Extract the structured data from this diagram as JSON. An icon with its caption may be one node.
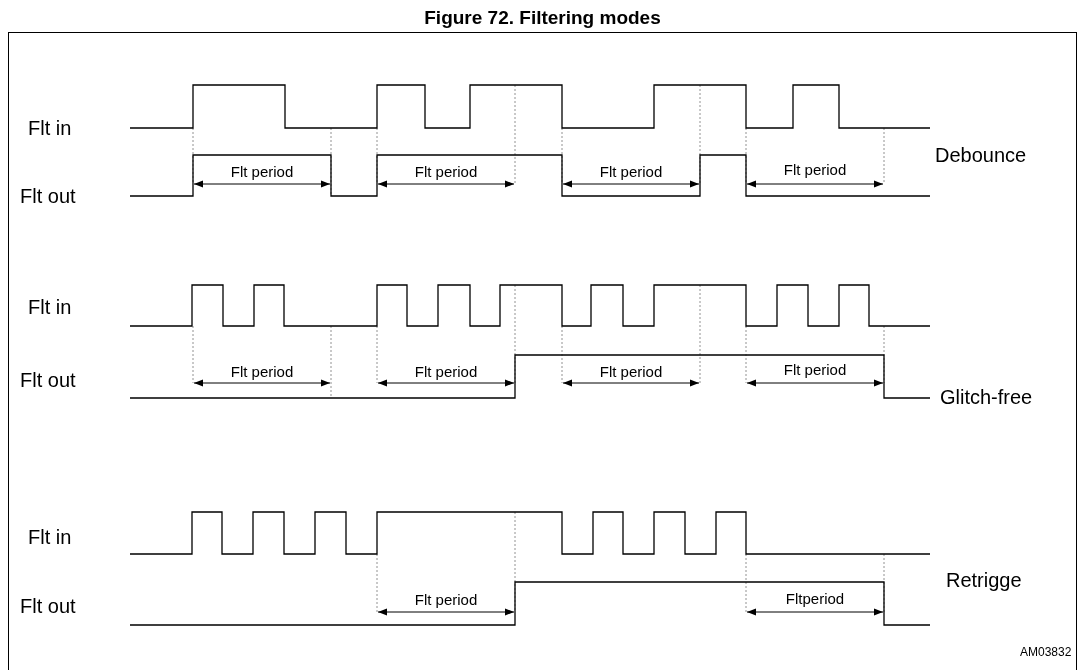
{
  "diagram": {
    "title": "Figure 72. Filtering modes",
    "labels": [
      "Flt in",
      "Flt out",
      "Flt period",
      "Flt period",
      "Flt period",
      "Flt period",
      "Debounce",
      "Flt in",
      "Flt out",
      "Flt period",
      "Flt period",
      "Flt period",
      "Flt period",
      "Glitch-free",
      "Flt in",
      "Flt out",
      "Flt period",
      "Fltperiod",
      "Retrigge",
      "AM03832"
    ]
  }
}
